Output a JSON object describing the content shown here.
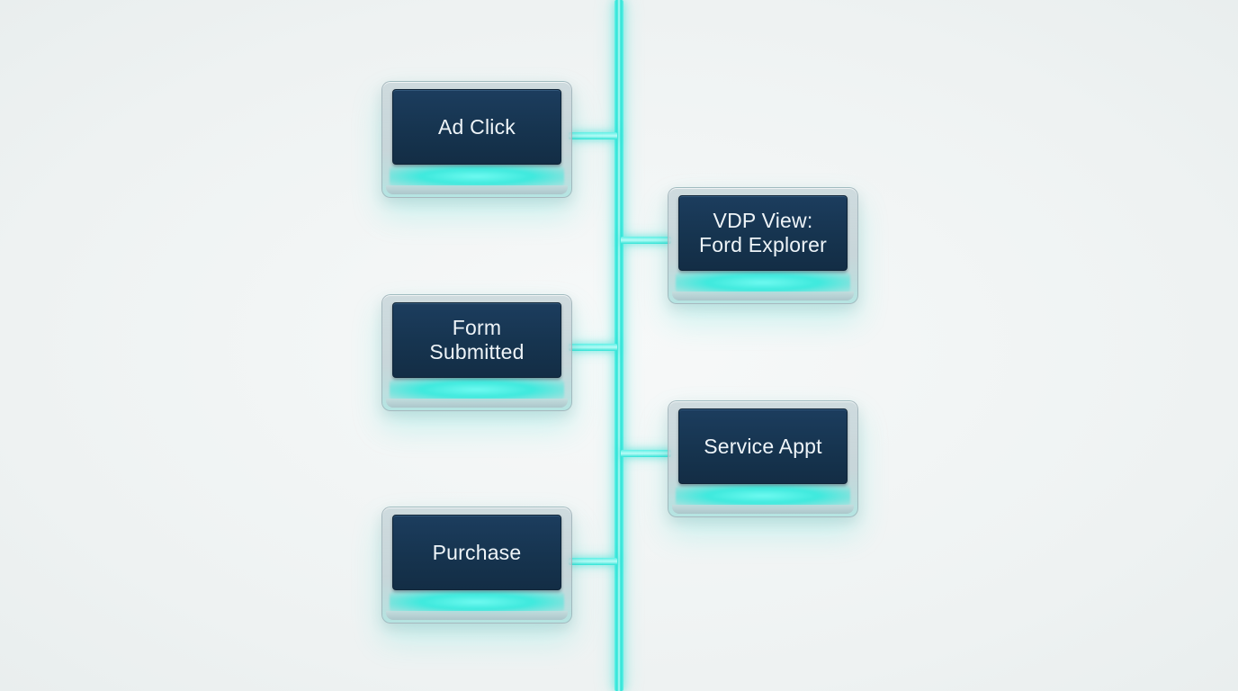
{
  "colors": {
    "background": "#eef2f2",
    "spine": "#2fe3d6",
    "node_face": "#16344f",
    "node_text": "#eef4f8",
    "node_glow": "#3ee9dd"
  },
  "nodes": [
    {
      "label": "Ad Click"
    },
    {
      "label": "VDP View:\nFord Explorer"
    },
    {
      "label": "Form\nSubmitted"
    },
    {
      "label": "Service Appt"
    },
    {
      "label": "Purchase"
    }
  ]
}
